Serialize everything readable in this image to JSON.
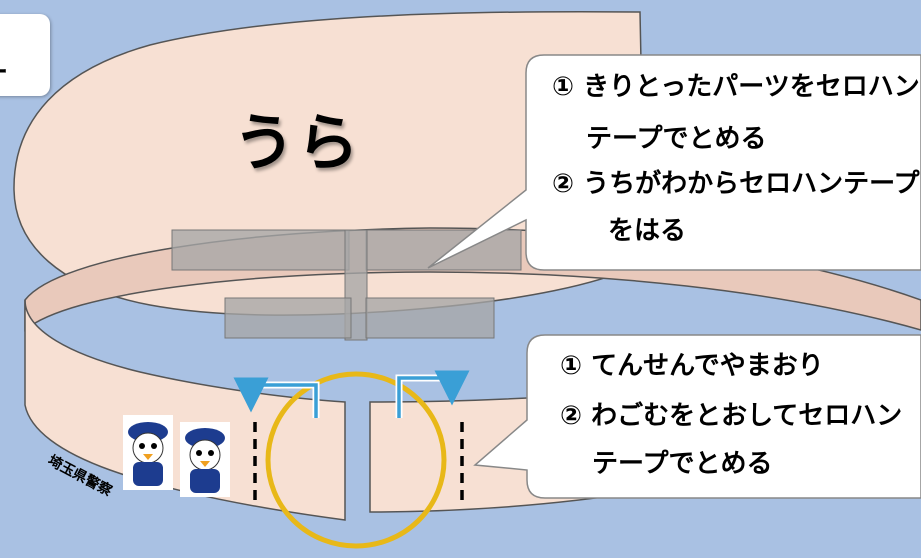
{
  "corner_tab": {
    "text": "ー"
  },
  "back_title": "うら",
  "callout_top": {
    "line1": "① きりとったパーツをセロハン",
    "line2": "テープでとめる",
    "line3": "② うちがわからセロハンテープ",
    "line4": "をはる"
  },
  "callout_bottom": {
    "line1": "① てんせんでやまおり",
    "line2": "② わごむをとおしてセロハン",
    "line3": "テープでとめる"
  },
  "band_label": "埼玉県警察",
  "colors": {
    "background": "#a9c1e3",
    "paper": "#f7e0d3",
    "tape": "#a7a7a7",
    "rubber_band": "#e8b818",
    "arrow": "#3a9fd6"
  }
}
